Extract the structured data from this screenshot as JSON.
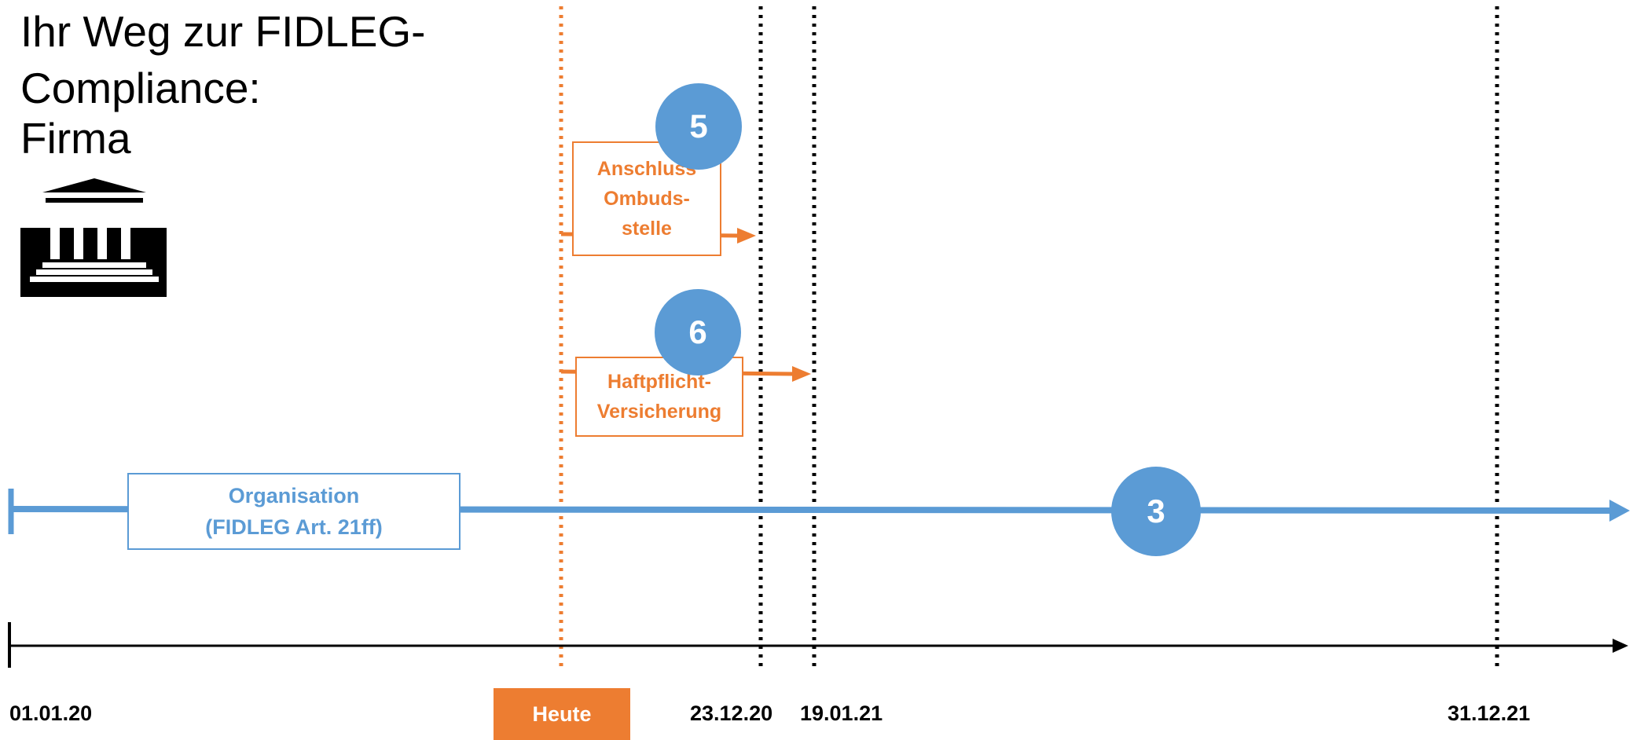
{
  "title": {
    "line1": "Ihr Weg zur FIDLEG-",
    "line2": "Compliance:",
    "line3": "Firma"
  },
  "icons": {
    "institution": "bank-building-icon"
  },
  "colors": {
    "orange": "#ed7d31",
    "blue": "#5b9bd5",
    "black": "#000000"
  },
  "steps": {
    "ombudsstelle": {
      "number": "5",
      "line1": "Anschluss",
      "line2": "Ombuds-",
      "line3": "stelle"
    },
    "haftpflicht": {
      "number": "6",
      "line1": "Haftpflicht-",
      "line2": "Versicherung"
    },
    "organisation": {
      "number": "3",
      "line1": "Organisation",
      "line2": "(FIDLEG Art. 21ff)"
    }
  },
  "timeline": {
    "start": "01.01.20",
    "today": "Heute",
    "deadline1": "23.12.20",
    "deadline2": "19.01.21",
    "end": "31.12.21"
  }
}
